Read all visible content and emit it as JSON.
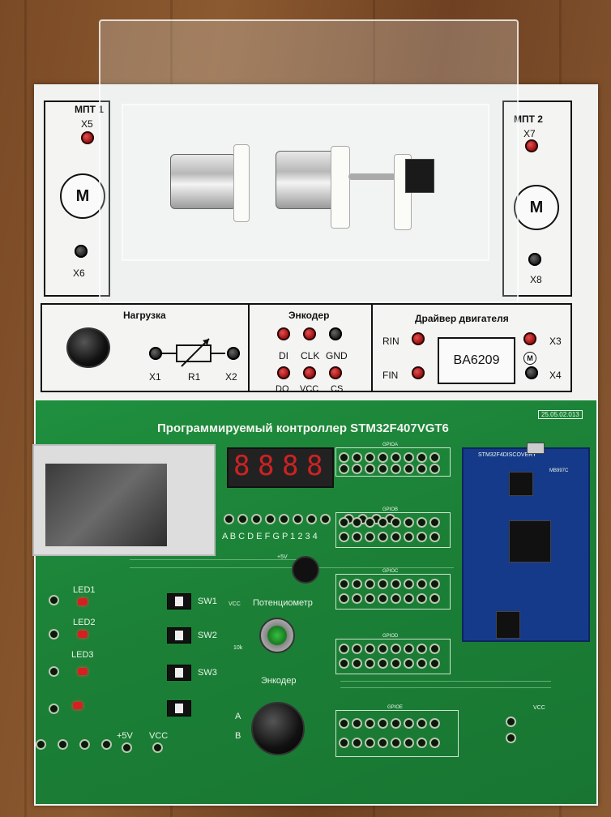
{
  "colors": {
    "wood": "#7a4a26",
    "panel": "#f2f2f0",
    "pcb": "#1b7f36",
    "jack_red": "#a01010",
    "mcu_board": "#163a8a"
  },
  "top_panel": {
    "motor1": {
      "title": "МПТ 1",
      "top_jack": "X5",
      "bottom_jack": "X6",
      "symbol": "M"
    },
    "motor2": {
      "title": "МПТ 2",
      "top_jack": "X7",
      "bottom_jack": "X8",
      "symbol": "M"
    },
    "load": {
      "title": "Нагрузка",
      "left": "X1",
      "mid": "R1",
      "right": "X2"
    },
    "encoder": {
      "title": "Энкодер",
      "pins": [
        "DI",
        "CLK",
        "GND",
        "DO",
        "VCC",
        "CS"
      ]
    },
    "driver": {
      "title": "Драйвер двигателя",
      "rin": "RIN",
      "fin": "FIN",
      "chip": "BA6209",
      "x3": "X3",
      "x4": "X4",
      "m": "M"
    }
  },
  "board": {
    "title": "Программируемый контроллер STM32F407VGT6",
    "date_code": "25.05.02.013",
    "seg_digits": [
      "8",
      "8",
      "8",
      "8"
    ],
    "seg_labels": "A B C D E F G P   1 2 3 4",
    "leds": [
      "LED1",
      "LED2",
      "LED3"
    ],
    "switches": [
      "SW1",
      "SW2",
      "SW3"
    ],
    "potentiometer": "Потенциометр",
    "encoder_label": "Энкодер",
    "encoder_a": "A",
    "encoder_b": "B",
    "power": [
      "+5V",
      "VCC"
    ],
    "gpio_labels": [
      "GPIOA",
      "GPIOB",
      "GPIOC",
      "GPIOD",
      "GPIOE"
    ],
    "vcc_small": "VCC",
    "res_small": "10k",
    "plus5_small": "+5V",
    "mcu_label": "STM32F4DISCOVERY",
    "mcu_sub": "MB997C"
  }
}
